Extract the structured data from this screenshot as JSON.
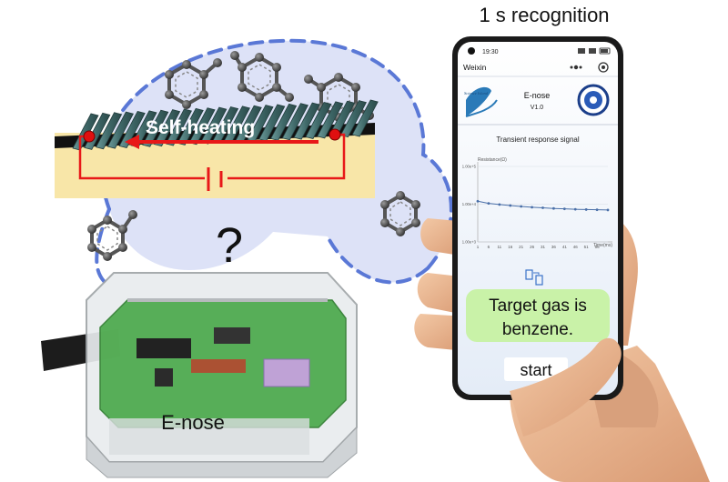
{
  "headline": "1 s recognition",
  "heater": {
    "label": "Self-heating"
  },
  "question_mark": "?",
  "device": {
    "label": "E-nose"
  },
  "phone": {
    "status": {
      "time": "19:30"
    },
    "app_bar": {
      "title": "Weixin"
    },
    "app": {
      "left_logo_text": "Science Island",
      "name": "E-nose",
      "version": "V1.0"
    },
    "chart_title": "Transient response signal",
    "result": {
      "line1": "Target gas is",
      "line2": "benzene."
    },
    "start_label": "start"
  },
  "chart_data": {
    "type": "line",
    "title": "",
    "ylabel": "Resistance(Ω)",
    "xlabel": "Time(ms)",
    "y_scale": "log",
    "y_ticks": [
      "1.00e+5",
      "1.00e+4",
      "1.00e+3"
    ],
    "y_tick_values": [
      100000,
      10000,
      1000
    ],
    "x_ticks": [
      "1",
      "6",
      "11",
      "16",
      "21",
      "26",
      "31",
      "36",
      "41",
      "46",
      "51",
      "56"
    ],
    "series": [
      {
        "x": [
          1,
          6,
          11,
          16,
          21,
          26,
          31,
          36,
          41,
          46,
          51,
          56,
          61
        ],
        "y": [
          12000,
          10500,
          9800,
          9200,
          8700,
          8300,
          8000,
          7700,
          7500,
          7300,
          7200,
          7100,
          7000
        ]
      }
    ],
    "color": "#4a6fa8"
  },
  "colors": {
    "halo": "#dde2f7",
    "dash": "#5a78d6",
    "heater_arrow": "#e81818",
    "substrate": "#f8e6a8",
    "result_bg": "#c9f2a8",
    "coil": "#4b7878",
    "pcb": "#3ea33a"
  }
}
